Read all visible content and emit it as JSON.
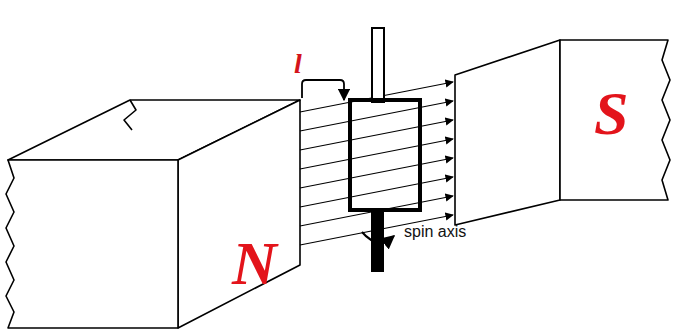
{
  "diagram": {
    "labels": [
      "N",
      "S",
      "l",
      "spin axis"
    ]
  }
}
